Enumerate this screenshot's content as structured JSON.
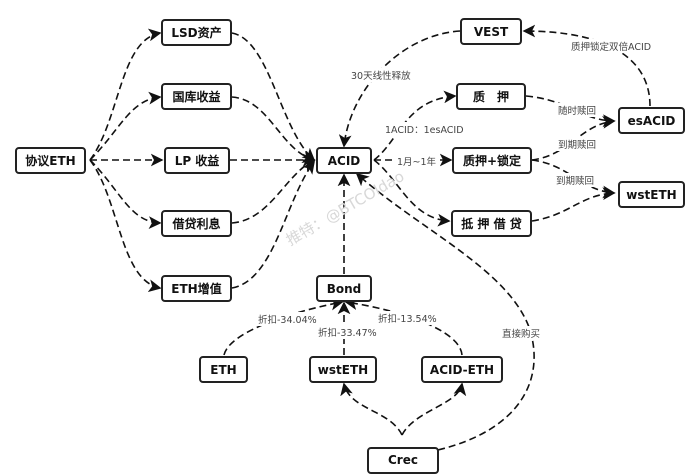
{
  "diagram": {
    "nodes": {
      "protocol_eth": "协议ETH",
      "lsd": "LSD资产",
      "treasury": "国库收益",
      "lp": "LP 收益",
      "lending": "借贷利息",
      "eth_appreciation": "ETH增值",
      "acid": "ACID",
      "vest": "VEST",
      "stake": "质　押",
      "stake_lock": "质押+锁定",
      "collateral_loan": "抵 押 借 贷",
      "esacid": "esACID",
      "wsteth_right": "wstETH",
      "bond": "Bond",
      "eth": "ETH",
      "wsteth_bottom": "wstETH",
      "acid_eth": "ACID-ETH",
      "bottom_partial": "Crec"
    },
    "edge_labels": {
      "linear_release": "30天线性释放",
      "double_acid": "质押锁定双倍ACID",
      "ratio": "1ACID：1esACID",
      "lock_period": "1月~1年",
      "redeem_anytime": "随时赎回",
      "redeem_expiry_1": "到期赎回",
      "redeem_expiry_2": "到期赎回",
      "discount_eth": "折扣-34.04%",
      "discount_wsteth": "折扣-33.47%",
      "discount_acid_eth": "折扣-13.54%",
      "direct_buy": "直接购买"
    },
    "watermark": "推特：@BTCOIdao"
  }
}
